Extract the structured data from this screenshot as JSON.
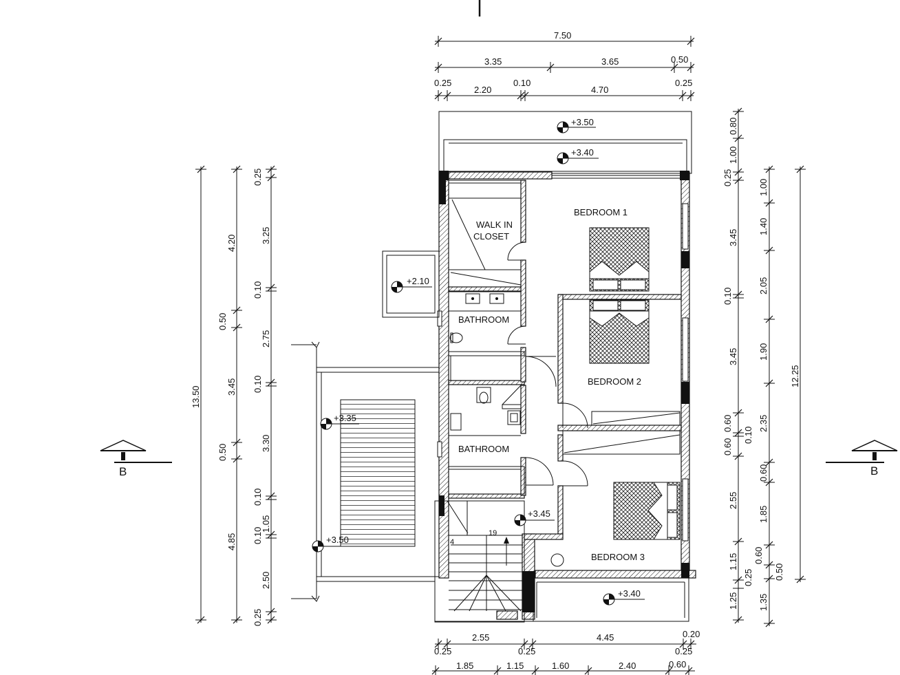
{
  "drawing": {
    "section_marker": "B",
    "rooms": {
      "walk_in_closet_line1": "WALK IN",
      "walk_in_closet_line2": "CLOSET",
      "bedroom1": "BEDROOM 1",
      "bedroom2": "BEDROOM 2",
      "bedroom3": "BEDROOM 3",
      "bathroom1": "BATHROOM",
      "bathroom2": "BATHROOM"
    },
    "levels": {
      "roof_top": "+3.50",
      "balcony_top": "+3.40",
      "side_box": "+2.10",
      "stair_landing": "+3.35",
      "stair_bottom": "+3.50",
      "hall": "+3.45",
      "balcony_bottom": "+3.40"
    },
    "stairs": {
      "top_step": "19",
      "bottom_step": "4"
    },
    "dims_top": {
      "overall": "7.50",
      "row2": [
        "3.35",
        "3.65",
        "0.50"
      ],
      "row3": [
        "0.25",
        "2.20",
        "0.10",
        "4.70",
        "0.25"
      ]
    },
    "dims_bottom": {
      "row1": [
        "2.55",
        "4.45",
        "0.20"
      ],
      "row1b": [
        "0.25",
        "0.25",
        "0.25"
      ],
      "row2": [
        "1.85",
        "1.15",
        "1.60",
        "2.40",
        "0.60"
      ]
    },
    "dims_left": {
      "overall": "13.50",
      "col2": [
        "4.20",
        "0.50",
        "3.45",
        "0.50",
        "4.85"
      ],
      "col3": [
        "0.25",
        "3.25",
        "0.10",
        "2.75",
        "0.10",
        "3.30",
        "0.10",
        "1.05",
        "0.10",
        "2.50",
        "0.25"
      ]
    },
    "dims_right": {
      "col1": [
        "0.80",
        "1.00",
        "0.25",
        "3.45",
        "0.10",
        "3.45",
        "0.60",
        "0.10",
        "0.60",
        "2.55",
        "1.15",
        "0.25",
        "1.25"
      ],
      "col2": [
        "1.00",
        "1.40",
        "2.05",
        "1.90",
        "2.35",
        "0.60",
        "1.85",
        "0.60",
        "0.50",
        "1.35"
      ],
      "overall": "12.25"
    }
  }
}
